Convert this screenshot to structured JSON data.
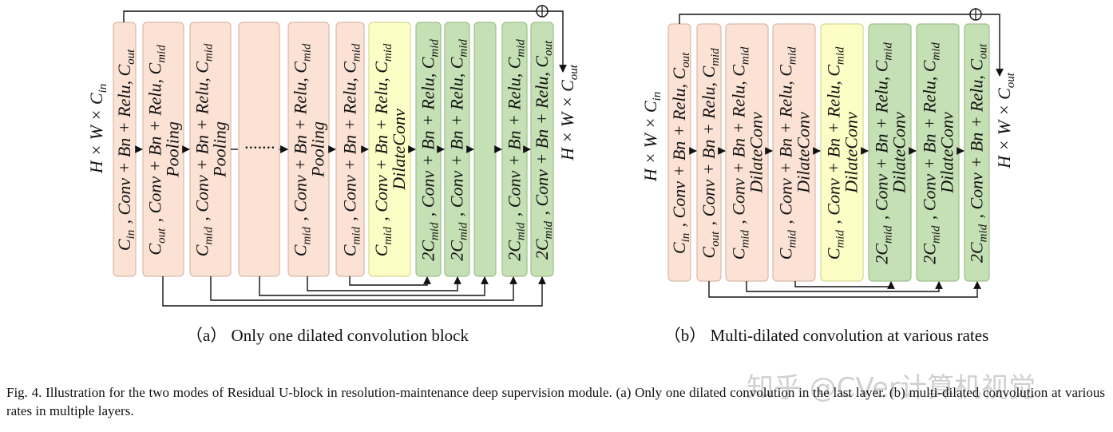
{
  "colors": {
    "peach": "#fbe2d5",
    "peach_stroke": "#d9b9a8",
    "yellow": "#fdfdc6",
    "yellow_stroke": "#d7d799",
    "green": "#c5e0b4",
    "green_stroke": "#9fbf8c",
    "line": "#111111"
  },
  "panel_a": {
    "input_label": "H × W × C_in",
    "output_label": "H × W × C_out",
    "dots": "·······",
    "subcaption": "（a）  Only one dilated convolution block",
    "blocks": [
      {
        "lines": [
          "C_in , Conv + Bn + Relu, C_out"
        ],
        "color": "peach"
      },
      {
        "lines": [
          "C_out , Conv + Bn + Relu, C_mid",
          "Pooling"
        ],
        "color": "peach"
      },
      {
        "lines": [
          "C_mid , Conv + Bn + Relu, C_mid",
          "Pooling"
        ],
        "color": "peach"
      },
      {
        "lines": [],
        "color": "peach"
      },
      {
        "lines": [
          "C_mid , Conv + Bn + Relu, C_mid",
          "Pooling"
        ],
        "color": "peach"
      },
      {
        "lines": [
          "C_mid , Conv + Bn + Relu, C_mid"
        ],
        "color": "peach"
      },
      {
        "lines": [
          "C_mid , Conv + Bn + Relu, C_mid",
          "DilateConv"
        ],
        "color": "yellow"
      },
      {
        "lines": [
          "2C_mid , Conv + Bn + Relu, C_mid"
        ],
        "color": "green"
      },
      {
        "lines": [
          "2C_mid , Conv + Bn + Relu, C_mid"
        ],
        "color": "green"
      },
      {
        "lines": [],
        "color": "green"
      },
      {
        "lines": [
          "2C_mid , Conv + Bn + Relu, C_mid"
        ],
        "color": "green"
      },
      {
        "lines": [
          "2C_mid , Conv + Bn + Relu, C_out"
        ],
        "color": "green"
      }
    ]
  },
  "panel_b": {
    "input_label": "H × W × C_in",
    "output_label": "H × W × C_out",
    "subcaption": "（b）  Multi-dilated convolution at various rates",
    "blocks": [
      {
        "lines": [
          "C_in , Conv + Bn + Relu, C_out"
        ],
        "color": "peach"
      },
      {
        "lines": [
          "C_out , Conv + Bn + Relu, C_mid"
        ],
        "color": "peach"
      },
      {
        "lines": [
          "C_mid , Conv + Bn + Relu, C_mid",
          "DilateConv"
        ],
        "color": "peach"
      },
      {
        "lines": [
          "C_mid , Conv + Bn + Relu, C_mid",
          "DilateConv"
        ],
        "color": "peach"
      },
      {
        "lines": [
          "C_mid , Conv + Bn + Relu, C_mid",
          "DilateConv"
        ],
        "color": "yellow"
      },
      {
        "lines": [
          "2C_mid , Conv + Bn + Relu, C_mid",
          "DilateConv"
        ],
        "color": "green"
      },
      {
        "lines": [
          "2C_mid , Conv + Bn + Relu, C_mid",
          "DilateConv"
        ],
        "color": "green"
      },
      {
        "lines": [
          "2C_mid , Conv + Bn + Relu, C_out"
        ],
        "color": "green"
      }
    ]
  },
  "caption": "Fig. 4.  Illustration for the two modes of Residual U-block in resolution-maintenance deep supervision module. (a) Only one dilated convolution in the last layer. (b) multi-dilated convolution at various rates in multiple layers.",
  "watermark": "知乎 @CVer计算机视觉"
}
